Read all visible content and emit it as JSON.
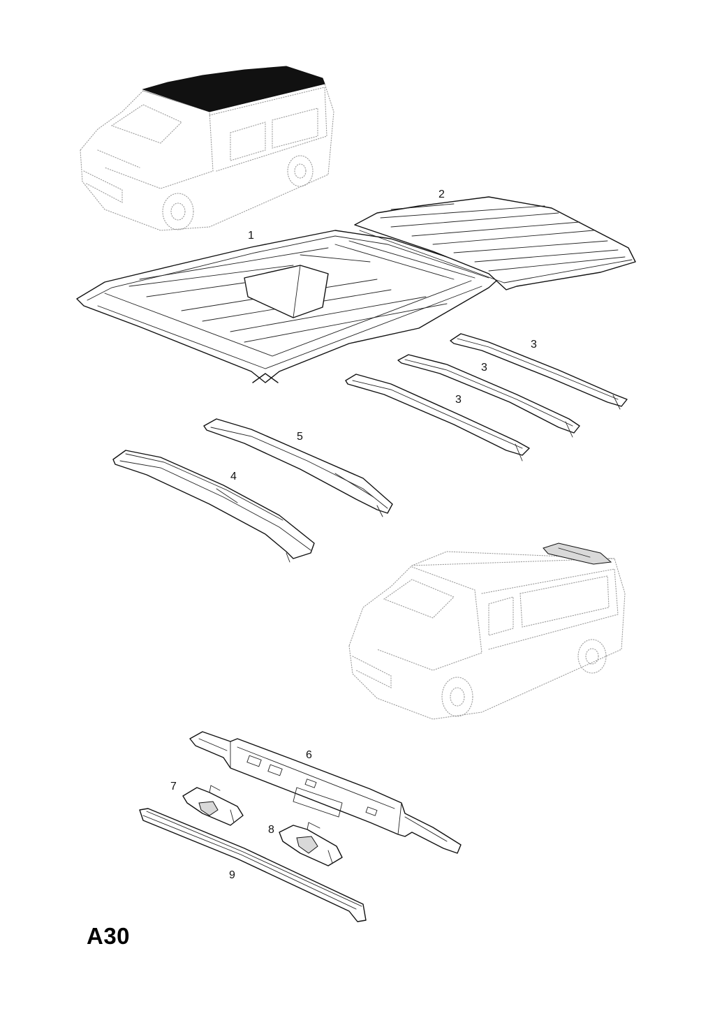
{
  "diagram": {
    "page_code": "A30",
    "callouts": [
      {
        "id": "1",
        "label": "1"
      },
      {
        "id": "2",
        "label": "2"
      },
      {
        "id": "3a",
        "label": "3"
      },
      {
        "id": "3b",
        "label": "3"
      },
      {
        "id": "3c",
        "label": "3"
      },
      {
        "id": "4",
        "label": "4"
      },
      {
        "id": "5",
        "label": "5"
      },
      {
        "id": "6",
        "label": "6"
      },
      {
        "id": "7",
        "label": "7"
      },
      {
        "id": "8",
        "label": "8"
      },
      {
        "id": "9",
        "label": "9"
      }
    ]
  }
}
